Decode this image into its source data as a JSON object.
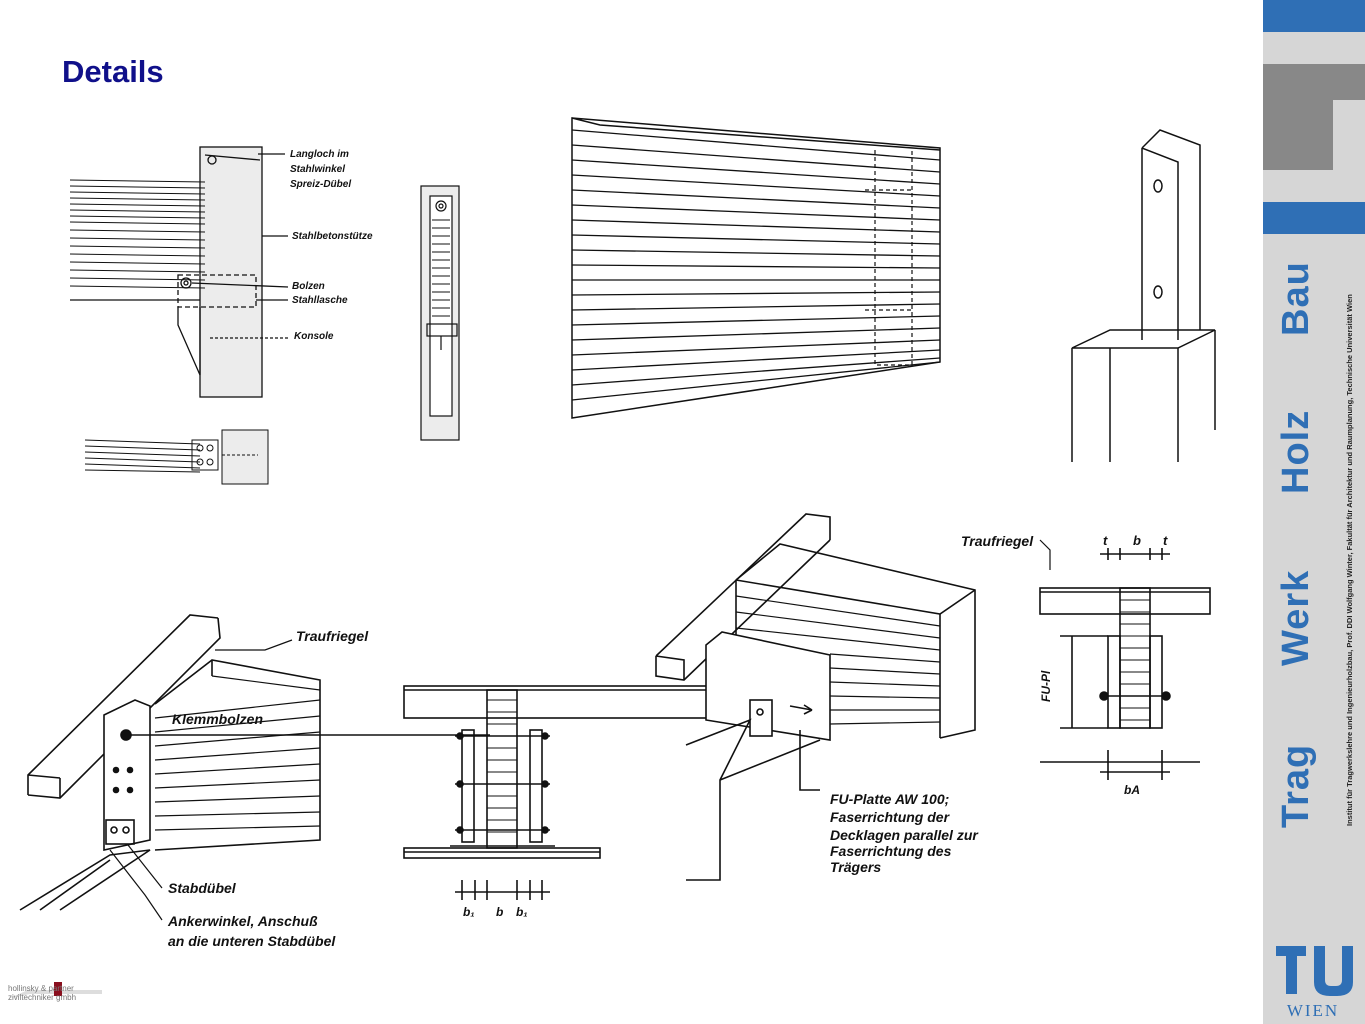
{
  "slide": {
    "title": "Details"
  },
  "labels": {
    "langloch": "Langloch im",
    "stahlwinkel": "Stahlwinkel",
    "spreiz": "Spreiz-Dübel",
    "stahlbeton": "Stahlbetonstütze",
    "bolzen": "Bolzen",
    "stahllasche": "Stahllasche",
    "konsole": "Konsole",
    "traufriegel_1": "Traufriegel",
    "klemmbolzen": "Klemmbolzen",
    "stabduebel": "Stabdübel",
    "ankerwinkel_1": "Ankerwinkel, Anschuß",
    "ankerwinkel_2": "an die unteren Stabdübel",
    "dim_b1_left": "b₁",
    "dim_b": "b",
    "dim_b1_right": "b₁",
    "traufriegel_2": "Traufriegel",
    "dim_t_left": "t",
    "dim_b_top": "b",
    "dim_t_right": "t",
    "fu_pl": "FU-Pl",
    "dim_ba": "bA",
    "fu_1": "FU-Platte AW 100;",
    "fu_2": "Faserrichtung der",
    "fu_3": "Decklagen parallel zur",
    "fu_4": "Faserrichtung des",
    "fu_5": "Trägers"
  },
  "sidebar": {
    "words": [
      "Trag",
      "Werk",
      "Holz",
      "Bau"
    ],
    "institute": "Institut für Tragwerkslehre und Ingenieurholzbau,    Prof. DDI Wolfgang Winter,    Fakultät für Architektur und Raumplanung,    Technische Universität Wien",
    "logo_text": "WIEN",
    "accent": "#2f6fb5"
  },
  "footer": {
    "line1": "hollinsky & partner",
    "line2": "ziviltechniker gmbh"
  }
}
